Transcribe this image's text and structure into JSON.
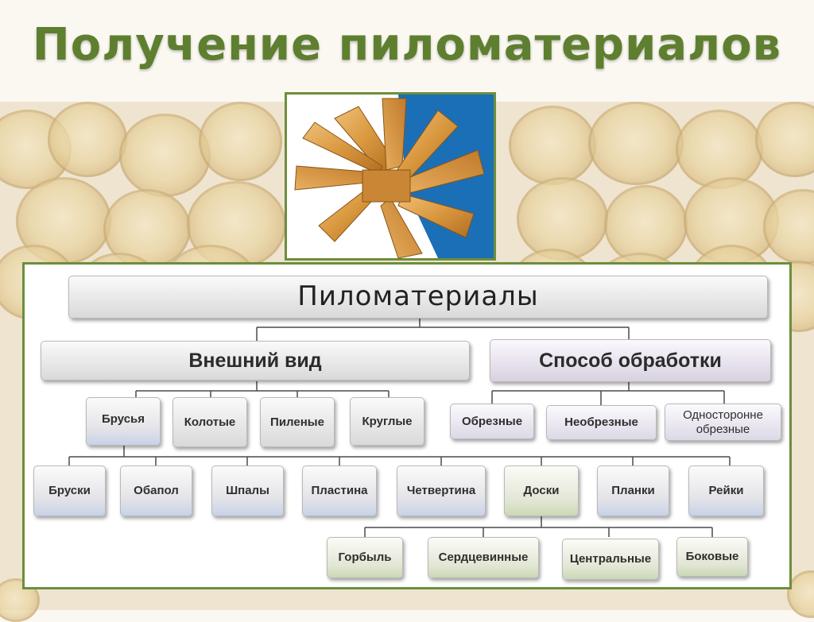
{
  "title": "Получение пиломатериалов",
  "diagram": {
    "root": "Пиломатериалы",
    "categories": {
      "appearance": "Внешний вид",
      "processing": "Способ обработки"
    },
    "appearance_items": {
      "brusya": "Брусья",
      "kolotye": "Колотые",
      "pilenye": "Пиленые",
      "kruglye": "Круглые"
    },
    "processing_items": {
      "obreznye": "Обрезные",
      "neobreznye": "Необрезные",
      "odnostoronne": "Односторонне обрезные"
    },
    "sawn_types": {
      "bruski": "Бруски",
      "obapol": "Обапол",
      "shpaly": "Шпалы",
      "plastina": "Пластина",
      "chetvertina": "Четвертина",
      "doski": "Доски",
      "planki": "Планки",
      "reiki": "Рейки"
    },
    "board_types": {
      "gorbyl": "Горбыль",
      "serdtsevinnye": "Сердцевинные",
      "tsentralnye": "Центральные",
      "bokovye": "Боковые"
    }
  }
}
